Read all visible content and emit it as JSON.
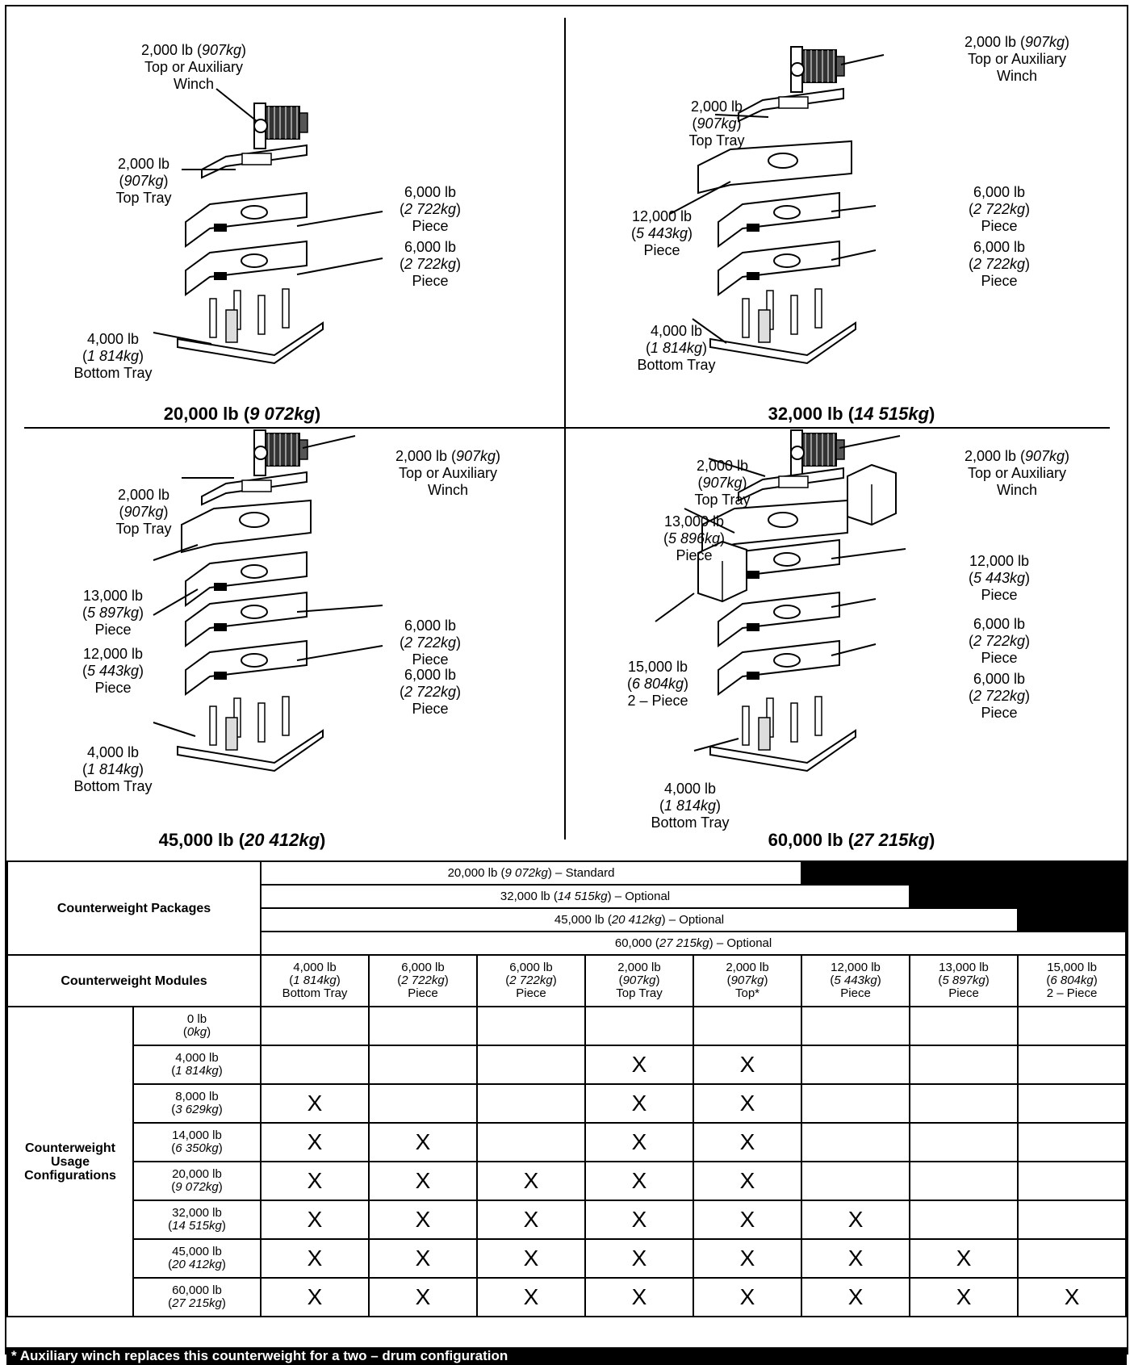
{
  "panels": [
    {
      "caption_weight": "20,000 lb",
      "caption_metric": "9 072kg",
      "callouts": [
        {
          "line1": "2,000 lb",
          "metric": "907kg",
          "line2": "Top or Auxiliary",
          "line3": "Winch"
        },
        {
          "line1": "2,000 lb",
          "metric": "907kg",
          "line3": "Top Tray"
        },
        {
          "line1": "6,000 lb",
          "metric": "2 722kg",
          "line3": "Piece"
        },
        {
          "line1": "6,000 lb",
          "metric": "2 722kg",
          "line3": "Piece"
        },
        {
          "line1": "4,000 lb",
          "metric": "1 814kg",
          "line3": "Bottom Tray"
        }
      ]
    },
    {
      "caption_weight": "32,000 lb",
      "caption_metric": "14 515kg",
      "callouts": [
        {
          "line1": "2,000 lb",
          "metric": "907kg",
          "line2": "Top or Auxiliary",
          "line3": "Winch"
        },
        {
          "line1": "2,000 lb",
          "metric": "907kg",
          "line3": "Top Tray"
        },
        {
          "line1": "12,000 lb",
          "metric": "5 443kg",
          "line3": "Piece"
        },
        {
          "line1": "6,000 lb",
          "metric": "2 722kg",
          "line3": "Piece"
        },
        {
          "line1": "6,000 lb",
          "metric": "2 722kg",
          "line3": "Piece"
        },
        {
          "line1": "4,000 lb",
          "metric": "1 814kg",
          "line3": "Bottom Tray"
        }
      ]
    },
    {
      "caption_weight": "45,000 lb",
      "caption_metric": "20 412kg",
      "callouts": [
        {
          "line1": "2,000 lb",
          "metric": "907kg",
          "line2": "Top or Auxiliary",
          "line3": "Winch"
        },
        {
          "line1": "2,000 lb",
          "metric": "907kg",
          "line3": "Top Tray"
        },
        {
          "line1": "13,000 lb",
          "metric": "5 897kg",
          "line3": "Piece"
        },
        {
          "line1": "12,000 lb",
          "metric": "5 443kg",
          "line3": "Piece"
        },
        {
          "line1": "6,000 lb",
          "metric": "2 722kg",
          "line3": "Piece"
        },
        {
          "line1": "6,000 lb",
          "metric": "2 722kg",
          "line3": "Piece"
        },
        {
          "line1": "4,000 lb",
          "metric": "1 814kg",
          "line3": "Bottom Tray"
        }
      ]
    },
    {
      "caption_weight": "60,000 lb",
      "caption_metric": "27 215kg",
      "callouts": [
        {
          "line1": "2,000 lb",
          "metric": "907kg",
          "line2": "Top or Auxiliary",
          "line3": "Winch"
        },
        {
          "line1": "2,000 lb",
          "metric": "907kg",
          "line3": "Top Tray"
        },
        {
          "line1": "13,000 lb",
          "metric": "5 896kg",
          "line3": "Piece"
        },
        {
          "line1": "12,000 lb",
          "metric": "5 443kg",
          "line3": "Piece"
        },
        {
          "line1": "6,000 lb",
          "metric": "2 722kg",
          "line3": "Piece"
        },
        {
          "line1": "6,000 lb",
          "metric": "2 722kg",
          "line3": "Piece"
        },
        {
          "line1": "15,000 lb",
          "metric": "6 804kg",
          "line3": "2 – Piece"
        },
        {
          "line1": "4,000 lb",
          "metric": "1 814kg",
          "line3": "Bottom Tray"
        }
      ]
    }
  ],
  "table": {
    "packages_label": "Counterweight Packages",
    "packages": [
      {
        "weight": "20,000 lb",
        "metric": "9 072kg",
        "kind": "Standard",
        "span": 5
      },
      {
        "weight": "32,000 lb",
        "metric": "14 515kg",
        "kind": "Optional",
        "span": 6
      },
      {
        "weight": "45,000 lb",
        "metric": "20 412kg",
        "kind": "Optional",
        "span": 7
      },
      {
        "weight": "60,000",
        "metric": "27 215kg",
        "kind": "Optional",
        "span": 8
      }
    ],
    "modules_label": "Counterweight Modules",
    "modules": [
      {
        "weight": "4,000 lb",
        "metric": "1 814kg",
        "name": "Bottom Tray"
      },
      {
        "weight": "6,000 lb",
        "metric": "2 722kg",
        "name": "Piece"
      },
      {
        "weight": "6,000 lb",
        "metric": "2 722kg",
        "name": "Piece"
      },
      {
        "weight": "2,000 lb",
        "metric": "907kg",
        "name": "Top Tray"
      },
      {
        "weight": "2,000 lb",
        "metric": "907kg",
        "name": "Top*"
      },
      {
        "weight": "12,000 lb",
        "metric": "5 443kg",
        "name": "Piece"
      },
      {
        "weight": "13,000 lb",
        "metric": "5 897kg",
        "name": "Piece"
      },
      {
        "weight": "15,000 lb",
        "metric": "6 804kg",
        "name": "2 – Piece"
      }
    ],
    "usage_label": "Counterweight Usage Configurations",
    "mark": "X",
    "configs": [
      {
        "weight": "0 lb",
        "metric": "0kg",
        "marks": [
          0,
          0,
          0,
          0,
          0,
          0,
          0,
          0
        ]
      },
      {
        "weight": "4,000 lb",
        "metric": "1 814kg",
        "marks": [
          0,
          0,
          0,
          1,
          1,
          0,
          0,
          0
        ]
      },
      {
        "weight": "8,000 lb",
        "metric": "3 629kg",
        "marks": [
          1,
          0,
          0,
          1,
          1,
          0,
          0,
          0
        ]
      },
      {
        "weight": "14,000 lb",
        "metric": "6 350kg",
        "marks": [
          1,
          1,
          0,
          1,
          1,
          0,
          0,
          0
        ]
      },
      {
        "weight": "20,000 lb",
        "metric": "9 072kg",
        "marks": [
          1,
          1,
          1,
          1,
          1,
          0,
          0,
          0
        ]
      },
      {
        "weight": "32,000 lb",
        "metric": "14 515kg",
        "marks": [
          1,
          1,
          1,
          1,
          1,
          1,
          0,
          0
        ]
      },
      {
        "weight": "45,000 lb",
        "metric": "20 412kg",
        "marks": [
          1,
          1,
          1,
          1,
          1,
          1,
          1,
          0
        ]
      },
      {
        "weight": "60,000 lb",
        "metric": "27 215kg",
        "marks": [
          1,
          1,
          1,
          1,
          1,
          1,
          1,
          1
        ]
      }
    ]
  },
  "footer_note": "* Auxiliary winch replaces this counterweight for a two – drum configuration"
}
